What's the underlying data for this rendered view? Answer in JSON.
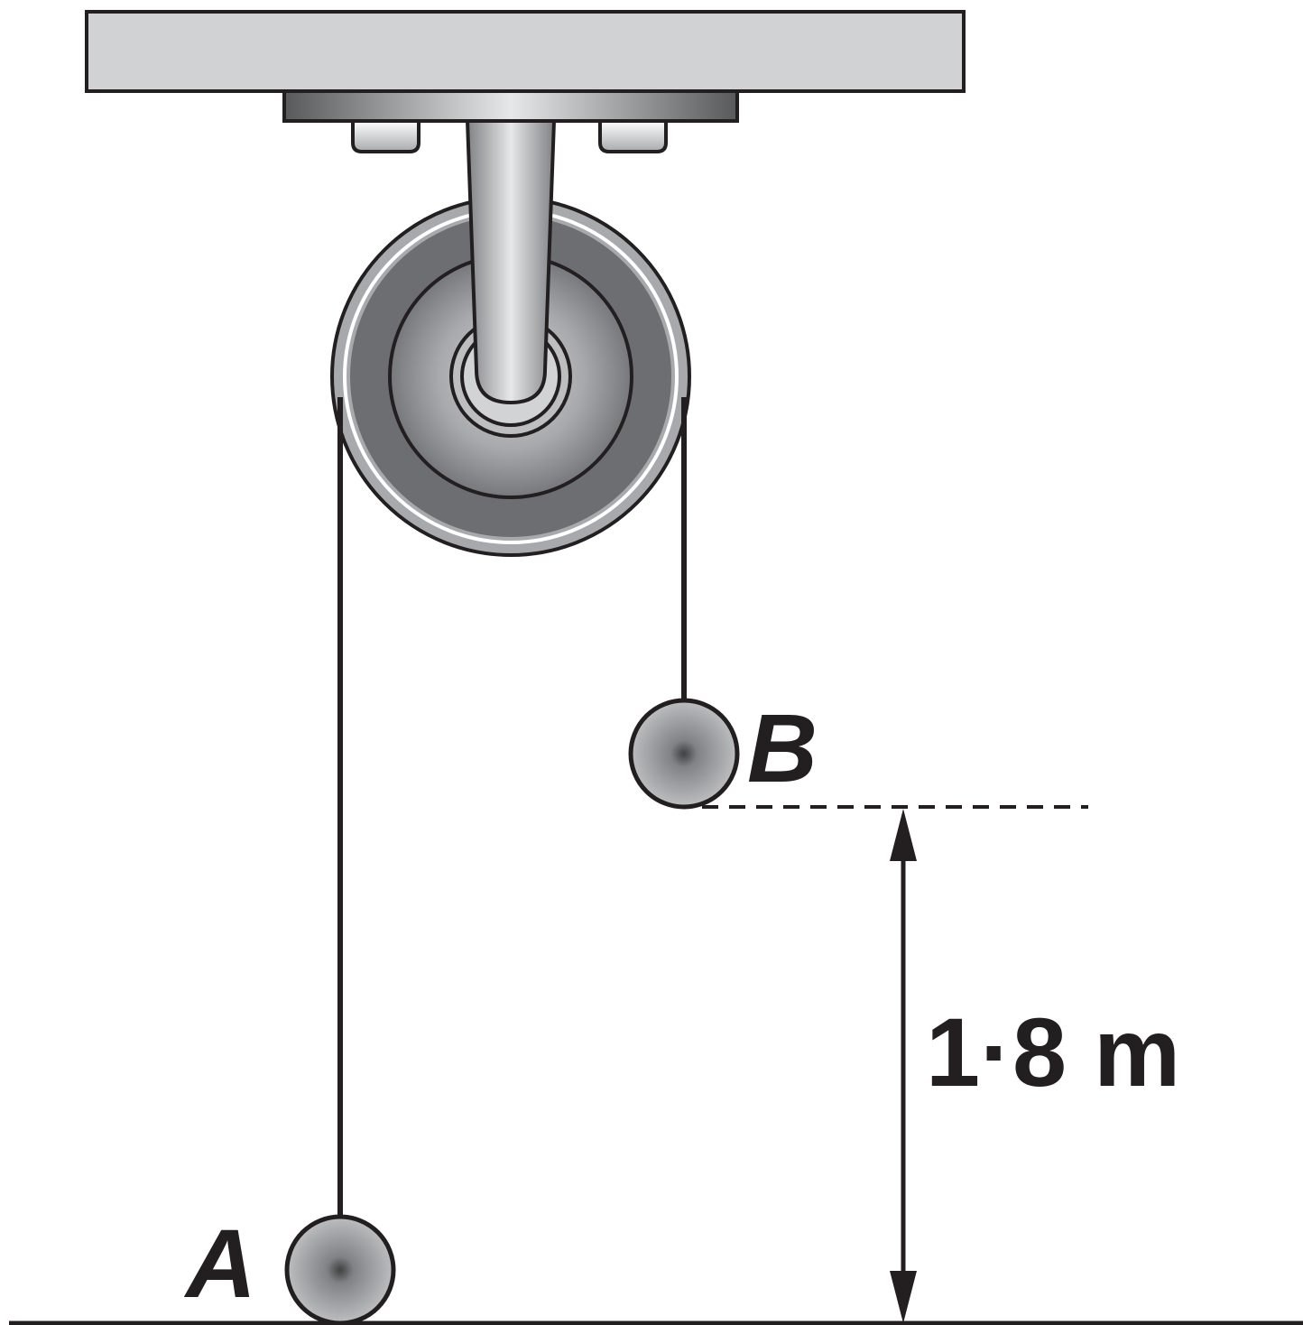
{
  "labels": {
    "mass_a": "A",
    "mass_b": "B",
    "height": "1·8 m"
  },
  "colors": {
    "outline": "#231f20",
    "ceiling": "#d1d2d4",
    "pulley_rim": "#6d6e71",
    "pulley_face": "#a7a9ac"
  }
}
